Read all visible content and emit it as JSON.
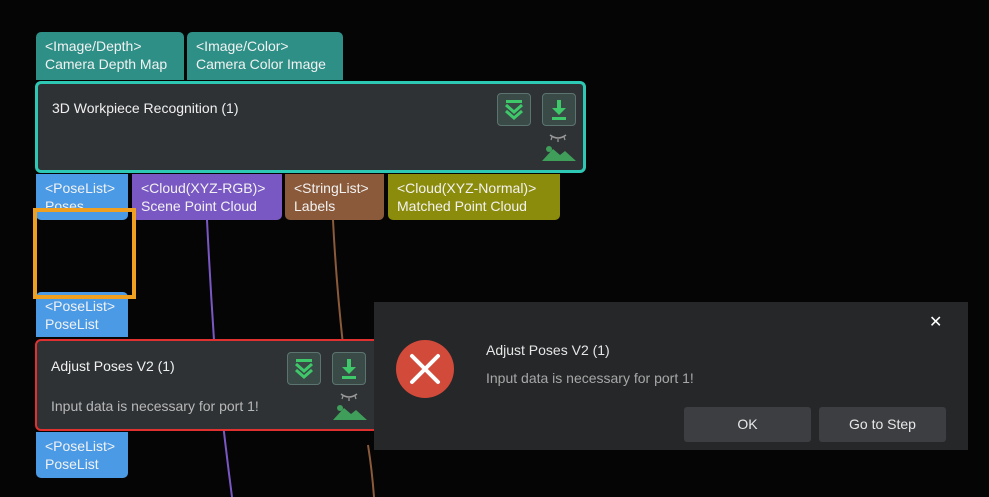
{
  "top_ports": [
    {
      "type": "<Image/Depth>",
      "name": "Camera Depth Map"
    },
    {
      "type": "<Image/Color>",
      "name": "Camera Color Image"
    }
  ],
  "recognition_node": {
    "title": "3D Workpiece Recognition (1)"
  },
  "output_ports": [
    {
      "type": "<PoseList>",
      "name": "Poses"
    },
    {
      "type": "<Cloud(XYZ-RGB)>",
      "name": "Scene Point Cloud"
    },
    {
      "type": "<StringList>",
      "name": "Labels"
    },
    {
      "type": "<Cloud(XYZ-Normal)>",
      "name": "Matched Point Cloud"
    }
  ],
  "adjust_input_port": {
    "type": "<PoseList>",
    "name": "PoseList"
  },
  "adjust_node": {
    "title": "Adjust Poses V2 (1)",
    "message": "Input data is necessary for port 1!"
  },
  "adjust_output_port": {
    "type": "<PoseList>",
    "name": "PoseList"
  },
  "dialog": {
    "title": "Adjust Poses V2 (1)",
    "message": "Input data is necessary for port 1!",
    "ok_label": "OK",
    "goto_label": "Go to Step",
    "close_glyph": "✕"
  },
  "icons": [
    "collapse-icon",
    "download-icon",
    "visibility-icon",
    "error-icon",
    "close-icon"
  ],
  "colors": {
    "error_red": "#d24a3a",
    "selection_teal": "#2ec9b4",
    "highlight_orange": "#f0a020",
    "error_border": "#e03030"
  }
}
